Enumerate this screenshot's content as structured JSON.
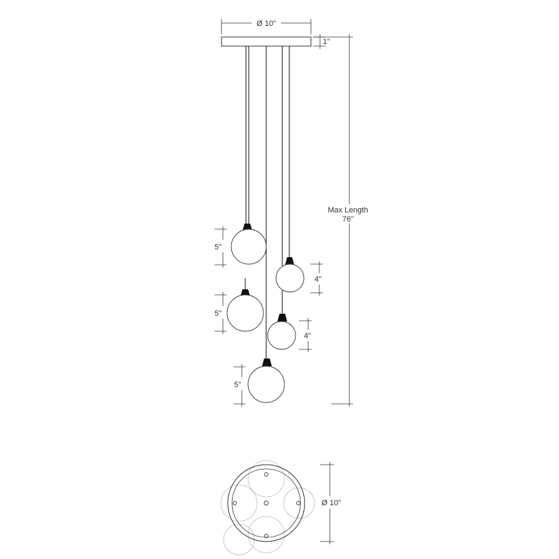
{
  "canopy": {
    "diameter_label": "Ø 10\"",
    "height_label": "1\""
  },
  "overall": {
    "line1": "Max Length",
    "line2": "76\""
  },
  "pendants": [
    {
      "size_label": "5\""
    },
    {
      "size_label": "4\""
    },
    {
      "size_label": "5\""
    },
    {
      "size_label": "4\""
    },
    {
      "size_label": "5\""
    }
  ],
  "plan_view": {
    "diameter_label": "Ø 10\""
  }
}
